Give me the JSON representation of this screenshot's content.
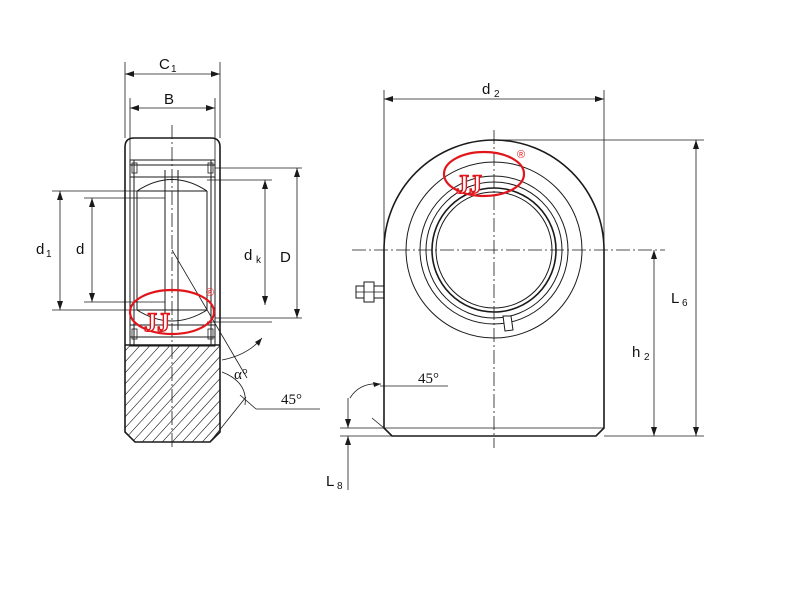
{
  "labels": {
    "c1": "C",
    "c1_sub": "1",
    "b": "B",
    "d1": "d",
    "d1_sub": "1",
    "d": "d",
    "dk": "d",
    "dk_sub": "k",
    "D": "D",
    "alpha": "α°",
    "angle_left": "45°",
    "d2": "d",
    "d2_sub": "2",
    "L6": "L",
    "L6_sub": "6",
    "h2": "h",
    "h2_sub": "2",
    "angle_right": "45°",
    "L8": "L",
    "L8_sub": "8"
  },
  "logo": {
    "text": "JJ",
    "registered": "®",
    "color": "#e0161b"
  }
}
